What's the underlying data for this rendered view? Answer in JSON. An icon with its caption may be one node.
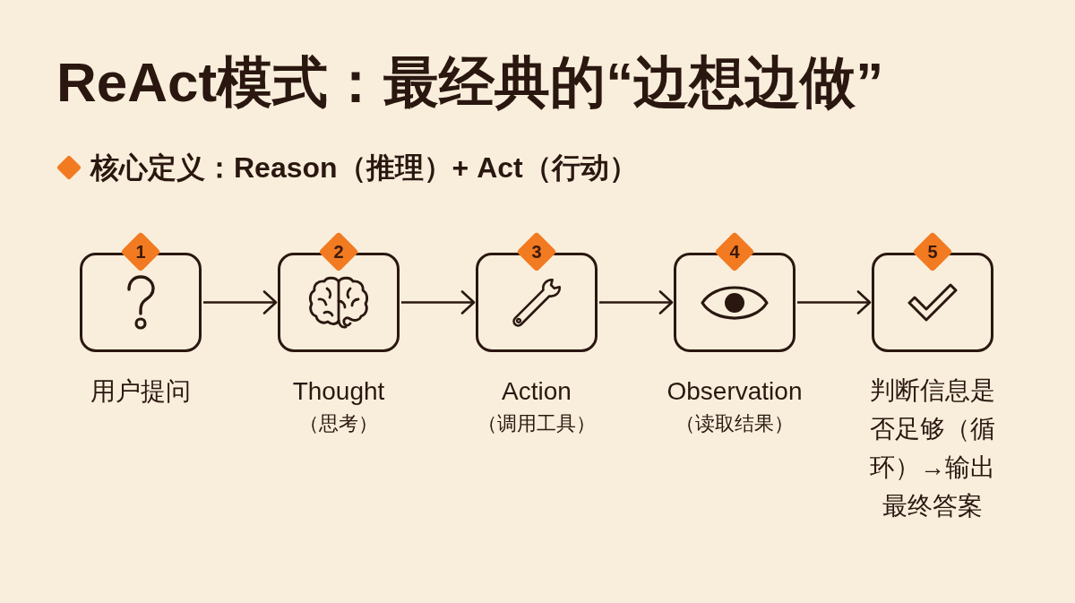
{
  "diagram": {
    "title": "ReAct模式：最经典的“边想边做”",
    "nodes": [
      {
        "text": [
          "1"
        ]
      },
      {
        "text": [],
        "shape": "box",
        "beside": [
          "用户提问"
        ]
      },
      {
        "text": [
          "2"
        ]
      },
      {
        "text": [],
        "shape": "box",
        "beside": [
          "Thought",
          "（思考）"
        ]
      },
      {
        "text": [
          "3"
        ]
      },
      {
        "text": [],
        "shape": "box",
        "beside": [
          "Action",
          "（调用工具）"
        ]
      },
      {
        "text": [
          "4"
        ]
      },
      {
        "text": [],
        "shape": "box",
        "beside": [
          "Observation",
          "（读取结果）"
        ]
      },
      {
        "text": [
          "5"
        ]
      },
      {
        "text": [],
        "shape": "box",
        "beside": [
          "判断信息是否足够（循环）→输出最终答案"
        ]
      }
    ],
    "edges": [
      {
        "from": 1,
        "to": 3,
        "arrow": "to"
      },
      {
        "from": 3,
        "to": 5,
        "arrow": "to"
      },
      {
        "from": 5,
        "to": 7,
        "arrow": "to"
      },
      {
        "from": 7,
        "to": 9,
        "arrow": "to"
      }
    ],
    "labels": [
      "核心定义：Reason（推理）+ Act（行动）"
    ]
  }
}
